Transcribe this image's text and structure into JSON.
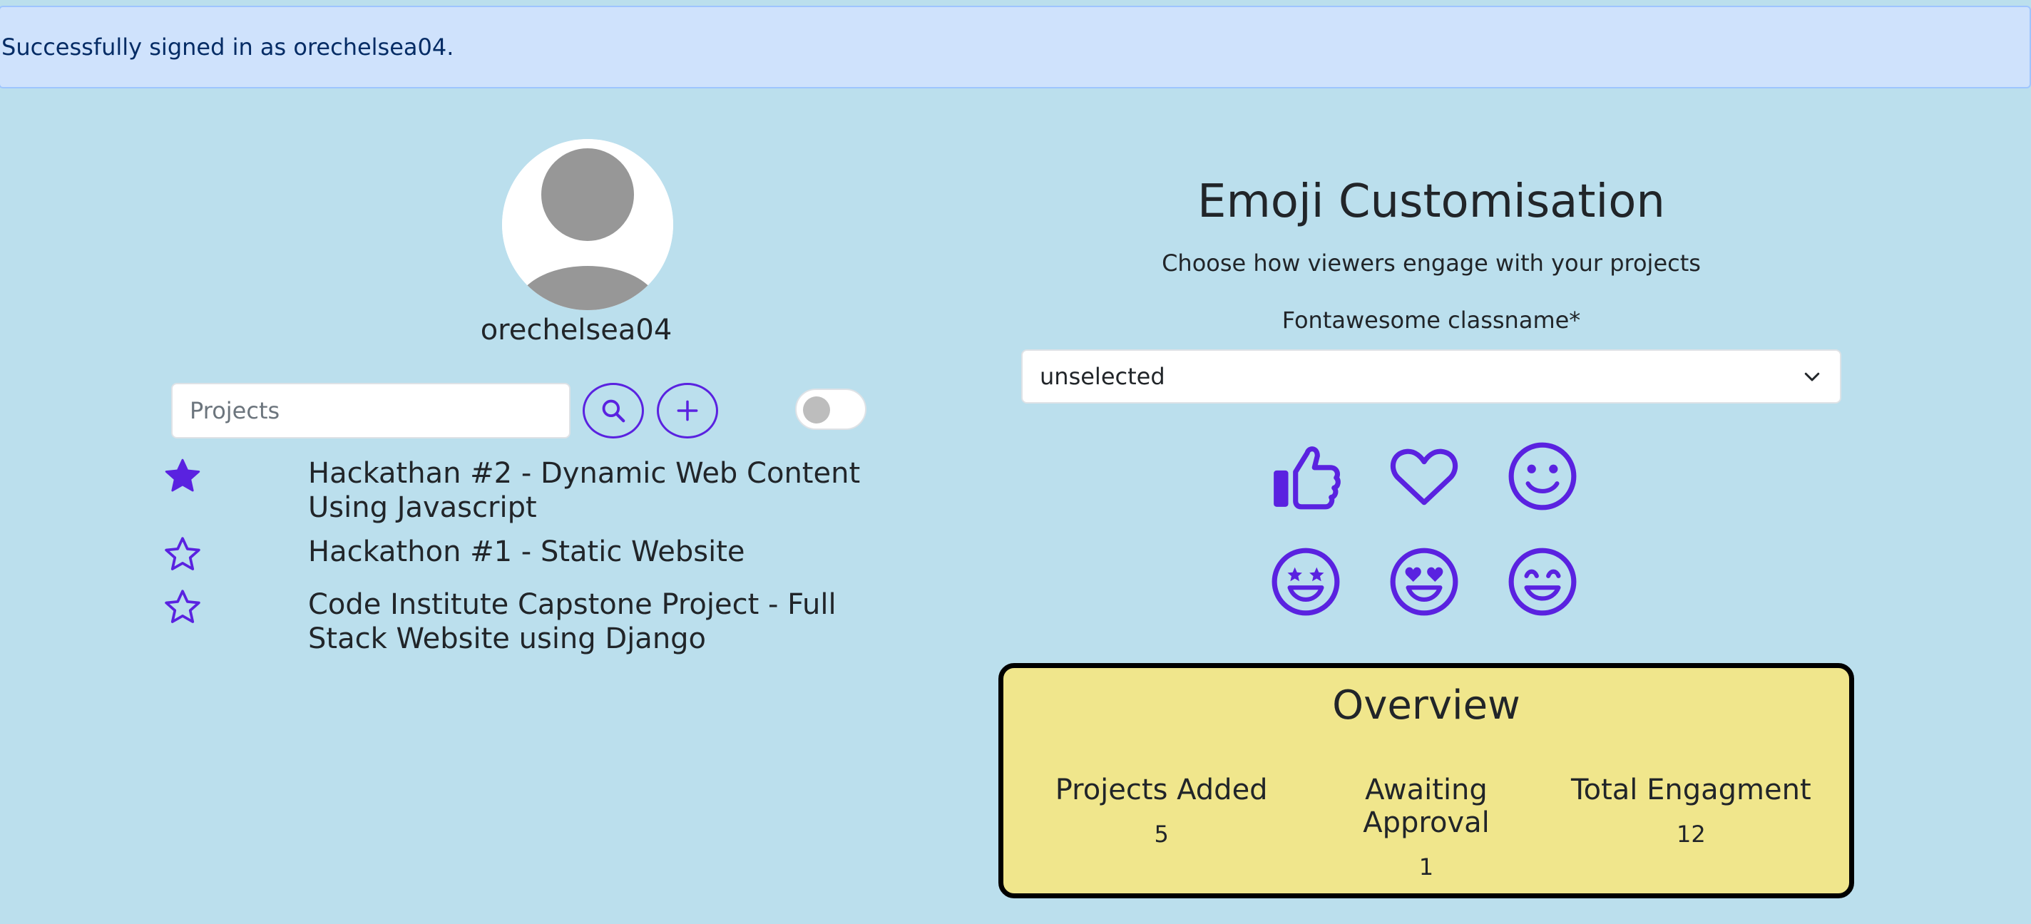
{
  "alert": {
    "message": "Successfully signed in as orechelsea04."
  },
  "profile": {
    "username": "orechelsea04"
  },
  "search": {
    "placeholder": "Projects",
    "value": ""
  },
  "projects": [
    {
      "title": "Hackathan #2 - Dynamic Web Content Using Javascript",
      "starred": true
    },
    {
      "title": "Hackathon #1 - Static Website",
      "starred": false
    },
    {
      "title": "Code Institute Capstone Project - Full Stack Website using Django",
      "starred": false
    }
  ],
  "emoji_customisation": {
    "title": "Emoji Customisation",
    "subtitle": "Choose how viewers engage with your projects",
    "select_label": "Fontawesome classname*",
    "select_value": "unselected",
    "emojis": [
      "thumbs-up-icon",
      "heart-icon",
      "smile-icon",
      "star-eyes-icon",
      "heart-eyes-icon",
      "grin-icon"
    ]
  },
  "overview": {
    "title": "Overview",
    "stats": [
      {
        "label": "Projects Added",
        "value": "5"
      },
      {
        "label": "Awaiting Approval",
        "value": "1"
      },
      {
        "label": "Total Engagment",
        "value": "12"
      }
    ]
  },
  "colors": {
    "background": "#bbdfed",
    "alert_bg": "#cfe2fc",
    "accent": "#5a22e0",
    "overview_bg": "#f0e68c"
  }
}
